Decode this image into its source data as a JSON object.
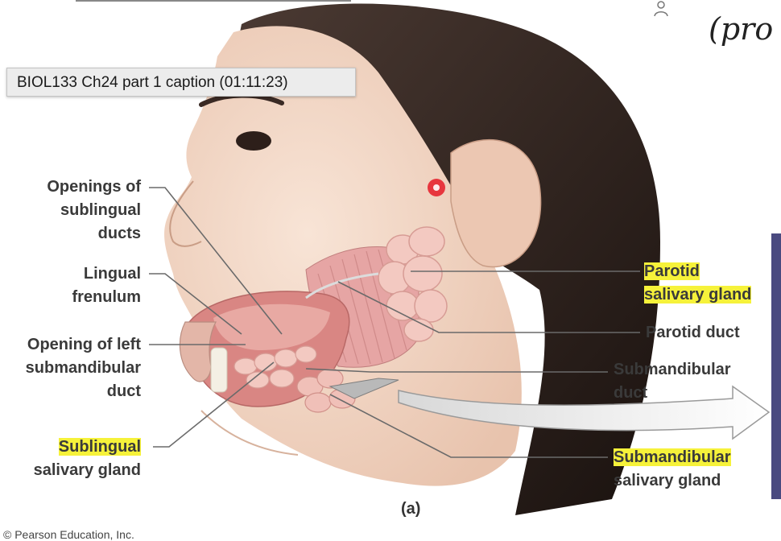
{
  "tooltip": {
    "text": "BIOL133 Ch24 part 1 caption (01:11:23)"
  },
  "corner_text": "(pro",
  "figure": {
    "labels": {
      "openings_sublingual": [
        "Openings of",
        "sublingual",
        "ducts"
      ],
      "lingual_frenulum": [
        "Lingual",
        "frenulum"
      ],
      "opening_left_submandibular": [
        "Opening of left",
        "submandibular",
        "duct"
      ],
      "sublingual_gland": [
        "Sublingual",
        "salivary gland"
      ],
      "parotid_gland": [
        "Parotid",
        "salivary gland"
      ],
      "parotid_duct": [
        "Parotid duct"
      ],
      "submandibular_duct": [
        "Submandibular",
        "duct"
      ],
      "submandibular_gland": [
        "Submandibular",
        "salivary gland"
      ]
    },
    "panel_letter": "(a)",
    "credit": "© Pearson Education, Inc."
  },
  "colors": {
    "highlight": "#f6f23a",
    "skin": "#f3d9c6",
    "hair": "#2a1d17",
    "gland": "#f1c3bd",
    "muscle": "#e9a3a3",
    "pointer": "#e52530"
  }
}
